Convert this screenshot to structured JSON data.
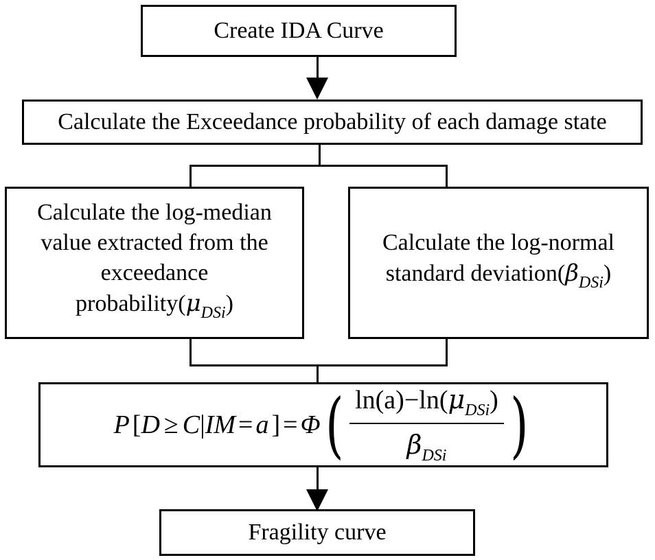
{
  "nodes": {
    "create_ida": "Create IDA Curve",
    "exceedance": "Calculate the Exceedance probability of each damage state",
    "log_median": {
      "line1": "Calculate the log-median",
      "line2": "value extracted from the",
      "line3": "exceedance",
      "line4_text": "probability(",
      "symbol": "μ",
      "subscript": "DSi",
      "close": ")"
    },
    "log_normal": {
      "line1": "Calculate the log-normal",
      "line2_text": "standard deviation(",
      "symbol": "β",
      "subscript": "DSi",
      "close": ")"
    },
    "formula": {
      "lhs_P": "P",
      "lhs_open": "[",
      "lhs_D": "D",
      "lhs_geq": "≥ ",
      "lhs_C": "C",
      "lhs_bar": "|",
      "lhs_IM": "IM",
      "lhs_eq": "=",
      "lhs_a": "a",
      "lhs_close": "]",
      "equals": "=",
      "phi": "Φ",
      "numerator_a": "ln(a)−ln(",
      "numerator_mu": "μ",
      "numerator_sub": "DSi",
      "numerator_close": ")",
      "denominator_beta": "β",
      "denominator_sub": "DSi"
    },
    "fragility": "Fragility curve"
  }
}
